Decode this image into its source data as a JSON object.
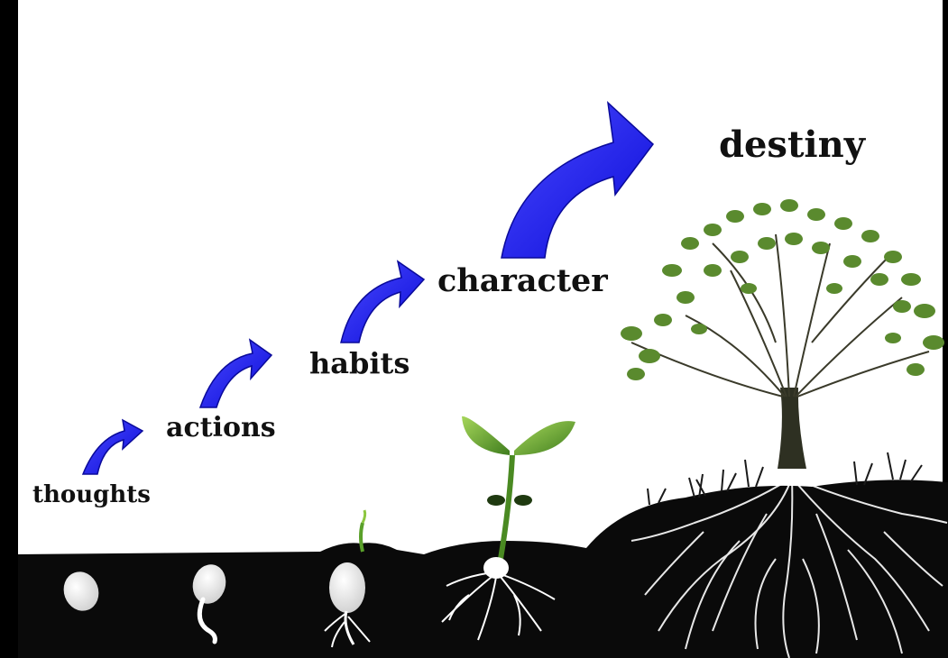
{
  "stages": [
    {
      "label": "thoughts"
    },
    {
      "label": "actions"
    },
    {
      "label": "habits"
    },
    {
      "label": "character"
    },
    {
      "label": "destiny"
    }
  ],
  "colors": {
    "arrow": "#1a1aff",
    "arrow_edge": "#0a0a9a",
    "frame": "#000000",
    "sky": "#ffffff",
    "soil": "#0a0a0a",
    "leaf": "#5a8a2e",
    "leaf_light": "#8cc63f",
    "trunk": "#2a2a1a",
    "root": "#ffffff"
  },
  "icons": [
    "seed-icon",
    "sprouting-seed-icon",
    "bulb-sprout-icon",
    "seedling-icon",
    "tree-icon",
    "growth-arrow-icon"
  ]
}
